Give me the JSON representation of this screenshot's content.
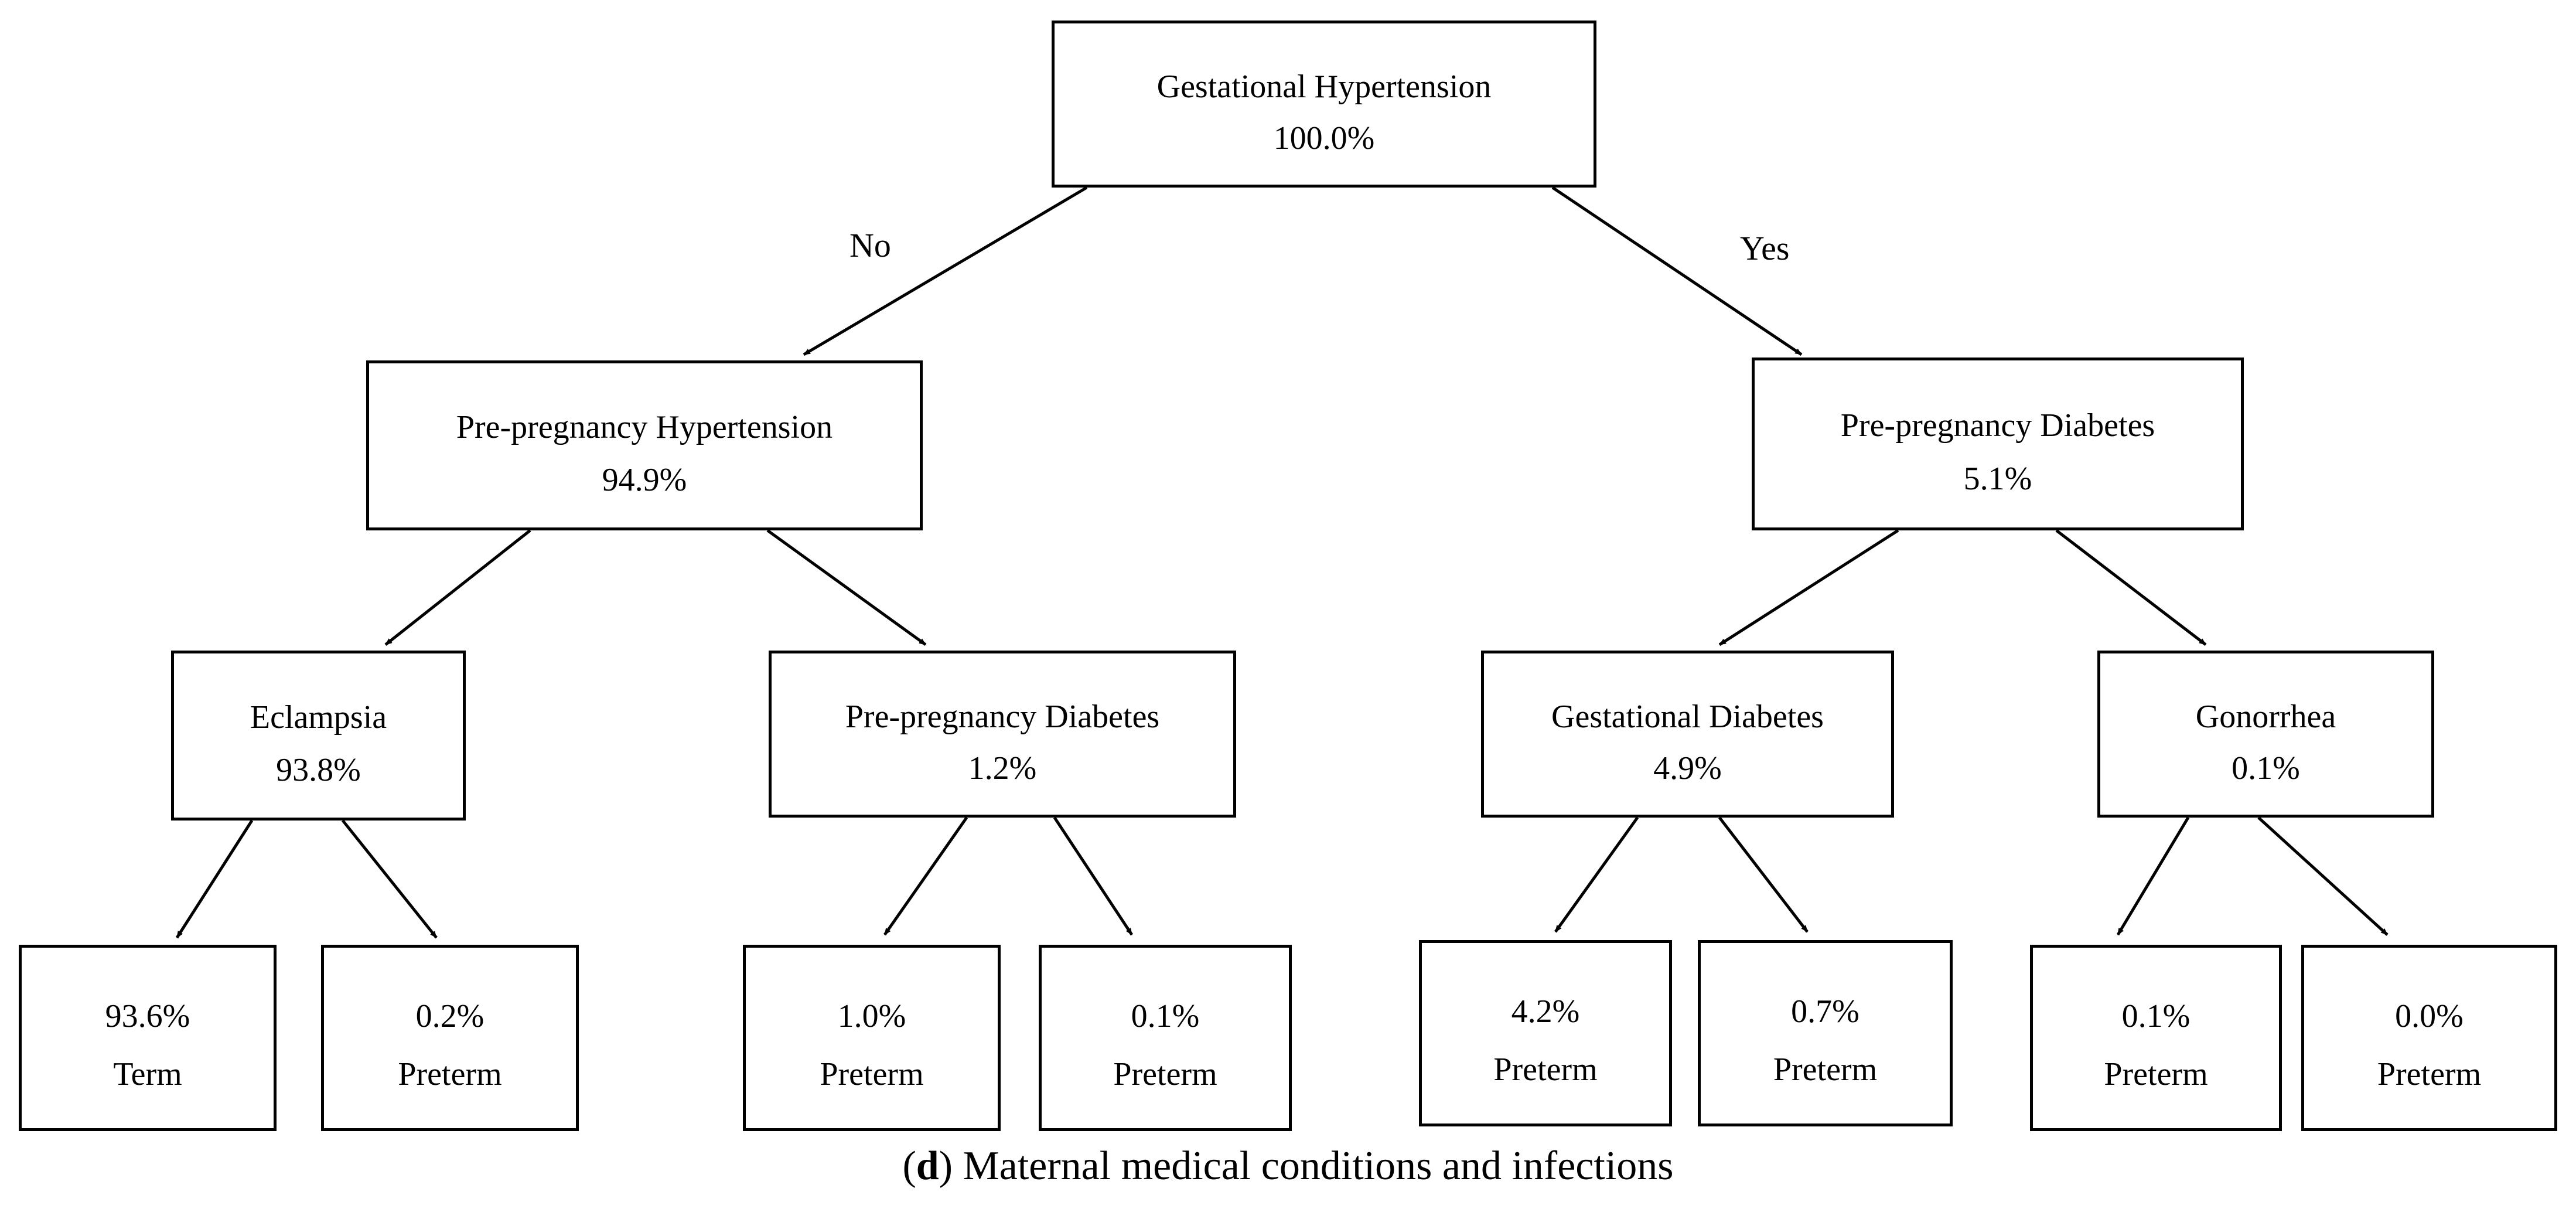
{
  "tree": {
    "root": {
      "title": "Gestational Hypertension",
      "value": "100.0%"
    },
    "branch_labels": {
      "no": "No",
      "yes": "Yes"
    },
    "level1": [
      {
        "title": "Pre-pregnancy Hypertension",
        "value": "94.9%"
      },
      {
        "title": "Pre-pregnancy Diabetes",
        "value": "5.1%"
      }
    ],
    "level2": [
      {
        "title": "Eclampsia",
        "value": "93.8%"
      },
      {
        "title": "Pre-pregnancy Diabetes",
        "value": "1.2%"
      },
      {
        "title": "Gestational Diabetes",
        "value": "4.9%"
      },
      {
        "title": "Gonorrhea",
        "value": "0.1%"
      }
    ],
    "leaves": [
      {
        "value": "93.6%",
        "label": "Term"
      },
      {
        "value": "0.2%",
        "label": "Preterm"
      },
      {
        "value": "1.0%",
        "label": "Preterm"
      },
      {
        "value": "0.1%",
        "label": "Preterm"
      },
      {
        "value": "4.2%",
        "label": "Preterm"
      },
      {
        "value": "0.7%",
        "label": "Preterm"
      },
      {
        "value": "0.1%",
        "label": "Preterm"
      },
      {
        "value": "0.0%",
        "label": "Preterm"
      }
    ]
  },
  "caption": {
    "letter": "d",
    "text": "Maternal medical conditions and infections"
  }
}
